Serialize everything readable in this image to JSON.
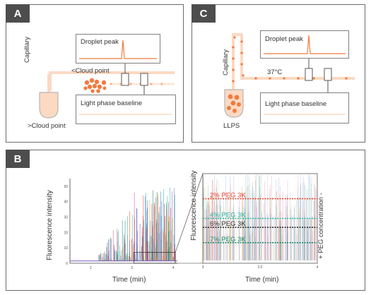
{
  "panels": {
    "a": {
      "tag": "A",
      "droplet_peak": "Droplet peak",
      "light_phase": "Light phase baseline",
      "capillary": "Capillary",
      "cloud_point_below": "<Cloud point",
      "cloud_point_above": ">Cloud point"
    },
    "c": {
      "tag": "C",
      "droplet_peak": "Droplet peak",
      "light_phase": "Light phase baseline",
      "capillary": "Capillary",
      "temperature": "37°C",
      "llps": "LLPS"
    },
    "b": {
      "tag": "B",
      "ylabel": "Fluorescence intensity",
      "xlabel": "Time (min)",
      "inset_ylabel": "Fluorescence intensity",
      "inset_xlabel": "Time (min)",
      "side_label": "+ PEG concentration -"
    }
  },
  "colors": {
    "accent_orange": "#f07b3f",
    "light_orange": "#fbd9c3",
    "series_red": "#e8452c",
    "series_teal": "#2ab3a0",
    "series_dark": "#333333",
    "series_green": "#1d8a6a"
  },
  "chart_data": [
    {
      "type": "line",
      "title": "",
      "xlabel": "Time (min)",
      "ylabel": "Fluorescence intensity",
      "xlim": [
        1.5,
        4.1
      ],
      "ylim": [
        0,
        55
      ],
      "x_ticks": [
        "2",
        "3",
        "4"
      ],
      "y_ticks": [
        "0",
        "10",
        "20",
        "30",
        "40",
        "50"
      ],
      "grid": false
    },
    {
      "type": "line",
      "title": "",
      "xlabel": "Time (min)",
      "ylabel": "Fluorescence intensity",
      "xlim": [
        3,
        4
      ],
      "x_ticks": [
        "3",
        "3.5",
        "4"
      ],
      "series": [
        {
          "name": "2% PEG 3K",
          "color": "#e8452c",
          "baseline_level": 0.72
        },
        {
          "name": "4% PEG 3K",
          "color": "#2ab3a0",
          "baseline_level": 0.5
        },
        {
          "name": "6% PEG 3K",
          "color": "#333333",
          "baseline_level": 0.4
        },
        {
          "name": "7% PEG 3K",
          "color": "#1d8a6a",
          "baseline_level": 0.23
        }
      ]
    }
  ]
}
